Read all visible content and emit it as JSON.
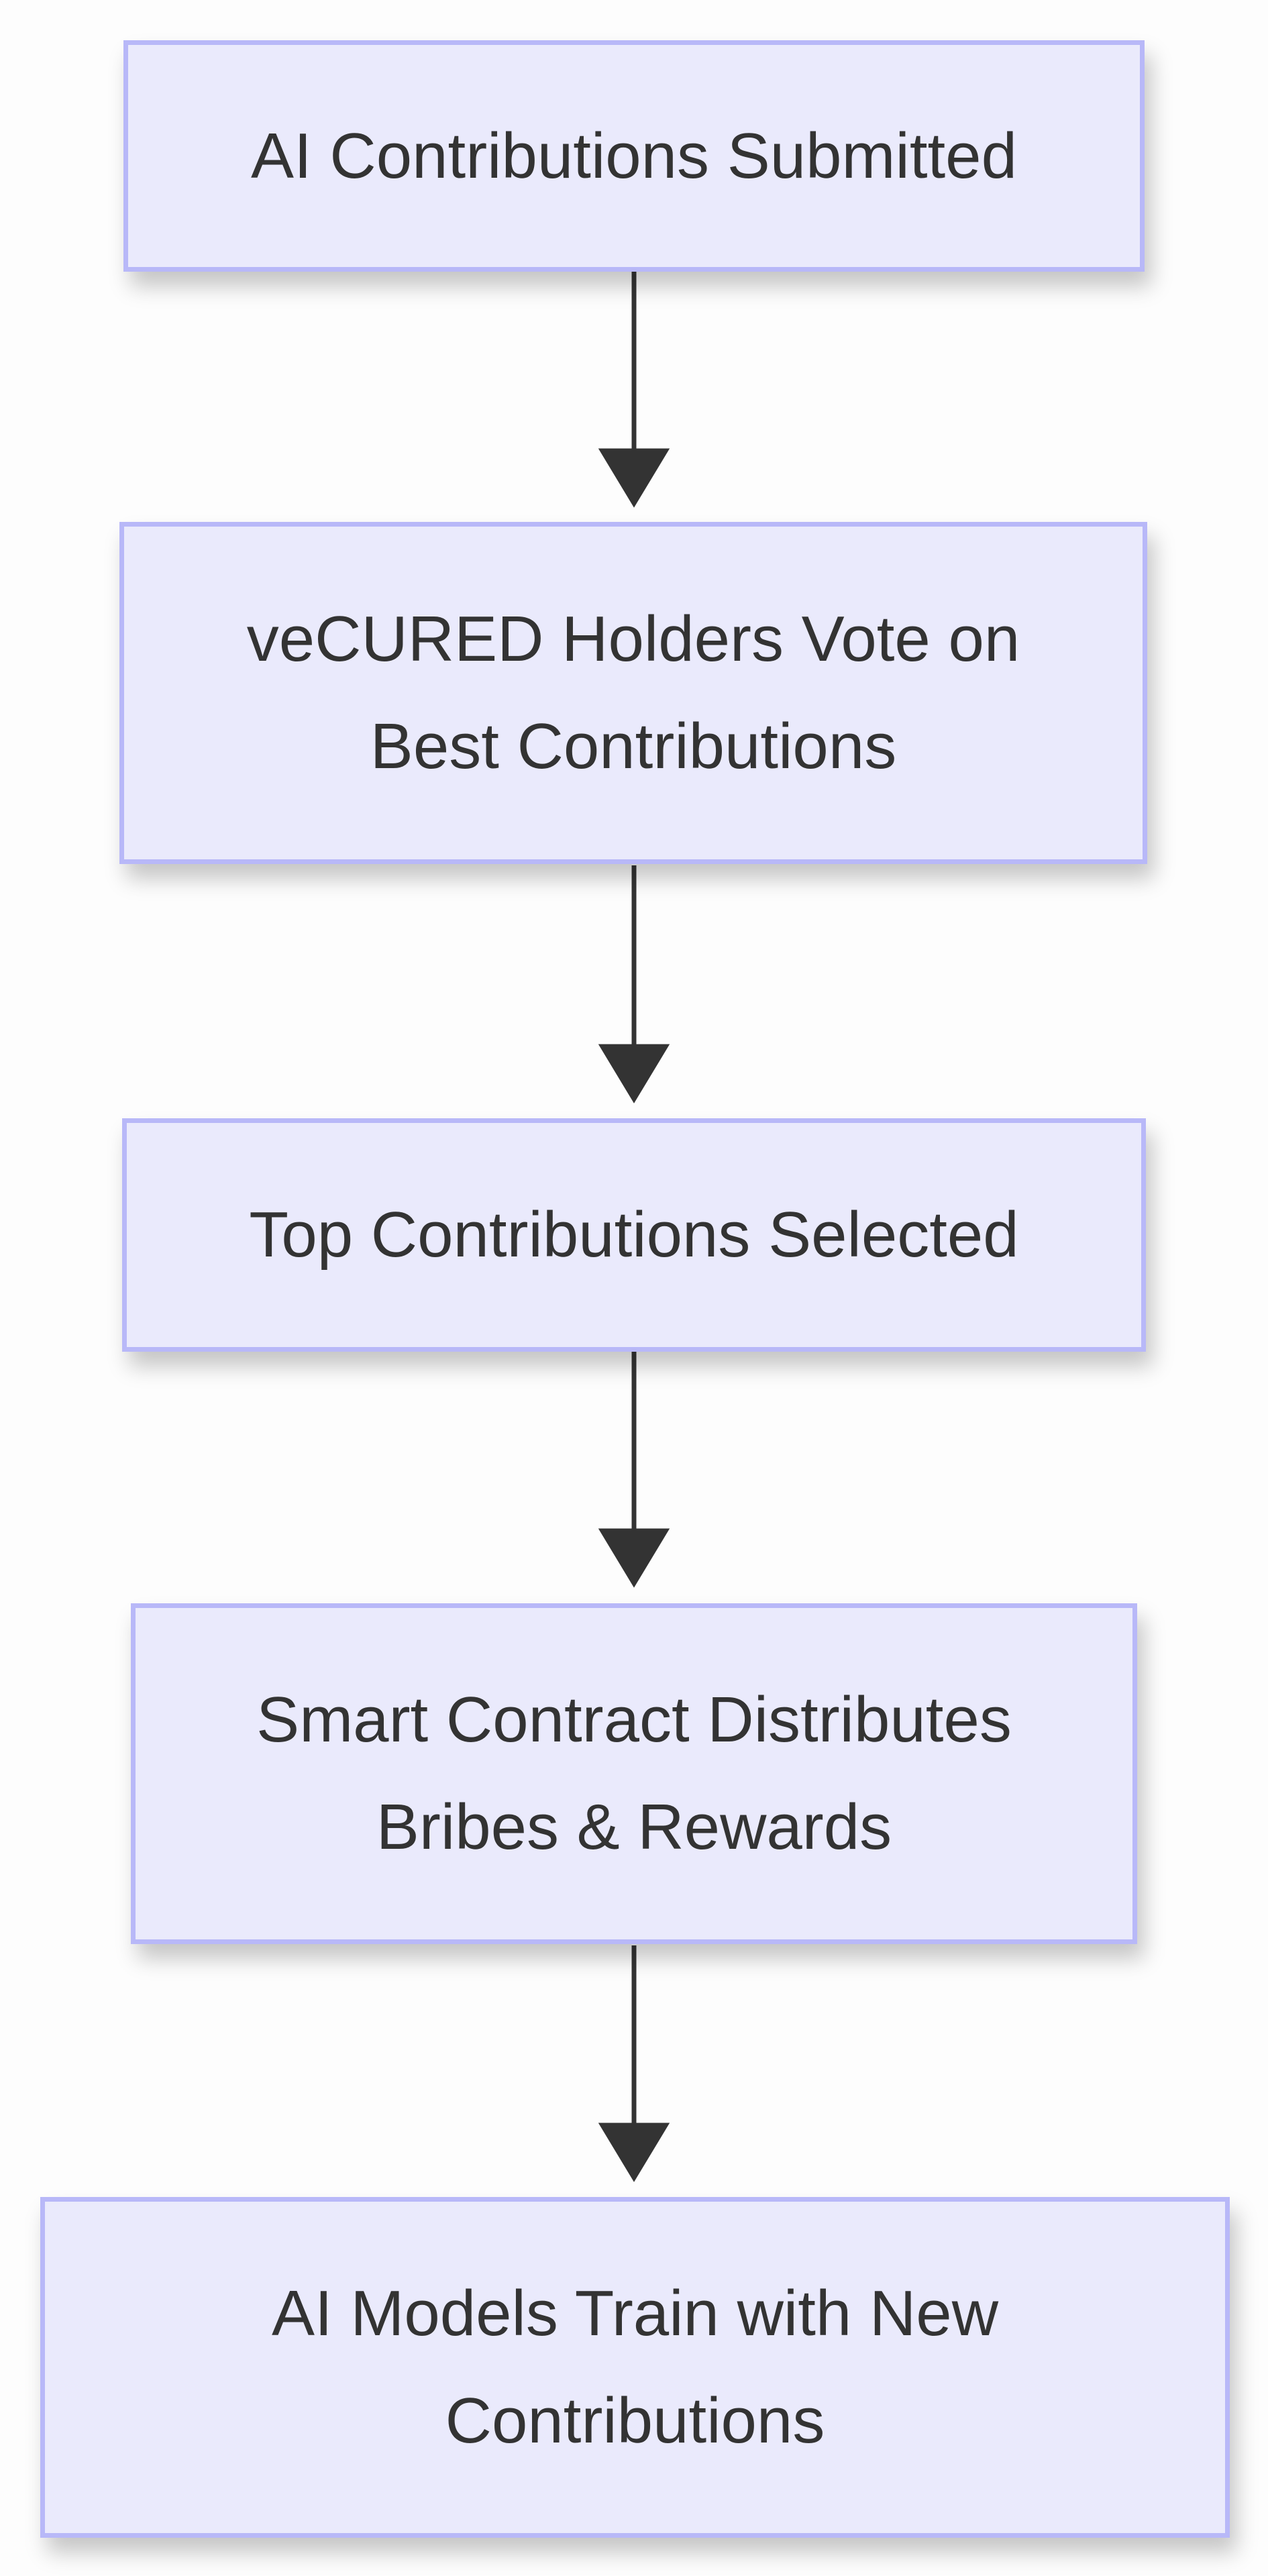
{
  "diagram": {
    "type": "flowchart",
    "direction": "top-down",
    "nodes": [
      {
        "label": "AI Contributions Submitted"
      },
      {
        "label": "veCURED Holders Vote on Best Contributions"
      },
      {
        "label": "Top Contributions Selected"
      },
      {
        "label": "Smart Contract Distributes Bribes & Rewards"
      },
      {
        "label": "AI Models Train with New Contributions"
      }
    ],
    "edges": [
      [
        0,
        1
      ],
      [
        1,
        2
      ],
      [
        2,
        3
      ],
      [
        3,
        4
      ]
    ],
    "colors": {
      "fill": "#eaeafc",
      "stroke": "#b8b8f8",
      "text": "#333333",
      "arrow": "#333333"
    }
  }
}
